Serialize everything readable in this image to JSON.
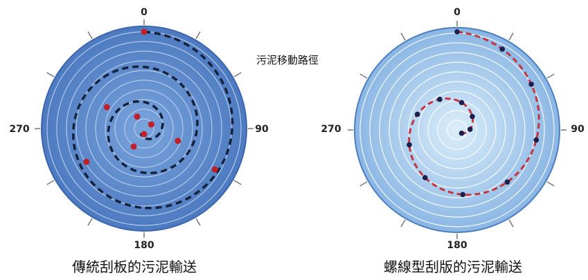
{
  "title_path": "污泥移動路徑",
  "left_panel": {
    "caption": "傳統刮板的污泥輸送",
    "labels": {
      "top": "0",
      "right": "90",
      "bottom": "180",
      "left": "270"
    },
    "colors": {
      "disk": "#5a86c8",
      "disk_edge": "#3a66b0",
      "rings": "#b9d0ee",
      "path": "#14213d",
      "dots": "#c0202a"
    }
  },
  "right_panel": {
    "caption": "螺線型刮版的污泥輸送",
    "labels": {
      "top": "0",
      "right": "90",
      "bottom": "180",
      "left": "270"
    },
    "colors": {
      "disk": "#9fc7ec",
      "disk_edge": "#4d7fc0",
      "rings": "#ffffff",
      "path": "#c2343f",
      "dots": "#1c1f4a"
    }
  }
}
